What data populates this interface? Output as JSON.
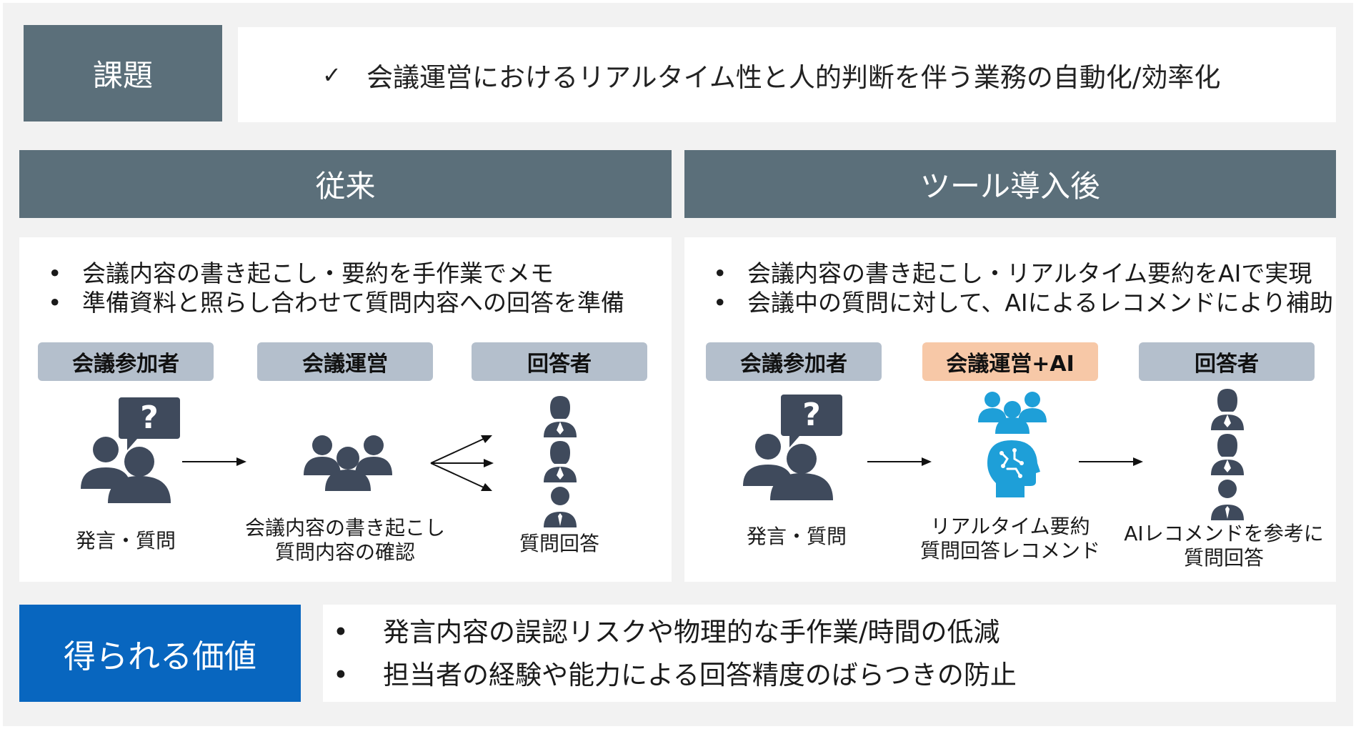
{
  "challenge": {
    "label": "課題",
    "check_mark": "✓",
    "text": "会議運営におけるリアルタイム性と人的判断を伴う業務の自動化/効率化"
  },
  "before": {
    "header": "従来",
    "bullets": [
      "会議内容の書き起こし・要約を手作業でメモ",
      "準備資料と照らし合わせて質問内容への回答を準備"
    ],
    "roles": [
      "会議参加者",
      "会議運営",
      "回答者"
    ],
    "captions": [
      [
        "発言・質問"
      ],
      [
        "会議内容の書き起こし",
        "質問内容の確認"
      ],
      [
        "質問回答"
      ]
    ]
  },
  "after": {
    "header": "ツール導入後",
    "bullets": [
      "会議内容の書き起こし・リアルタイム要約をAIで実現",
      "会議中の質問に対して、AIによるレコメンドにより補助"
    ],
    "roles": [
      "会議参加者",
      "会議運営+AI",
      "回答者"
    ],
    "captions": [
      [
        "発言・質問"
      ],
      [
        "リアルタイム要約",
        "質問回答レコメンド"
      ],
      [
        "AIレコメンドを参考に",
        "質問回答"
      ]
    ]
  },
  "value": {
    "label": "得られる価値",
    "bullet_mark": "•",
    "bullets": [
      "発言内容の誤認リスクや物理的な手作業/時間の低減",
      "担当者の経験や能力による回答精度のばらつきの防止"
    ]
  },
  "icons": {
    "question_mark": "?",
    "color_dark": "#3f4a5c",
    "color_ai": "#1e9fd8"
  }
}
